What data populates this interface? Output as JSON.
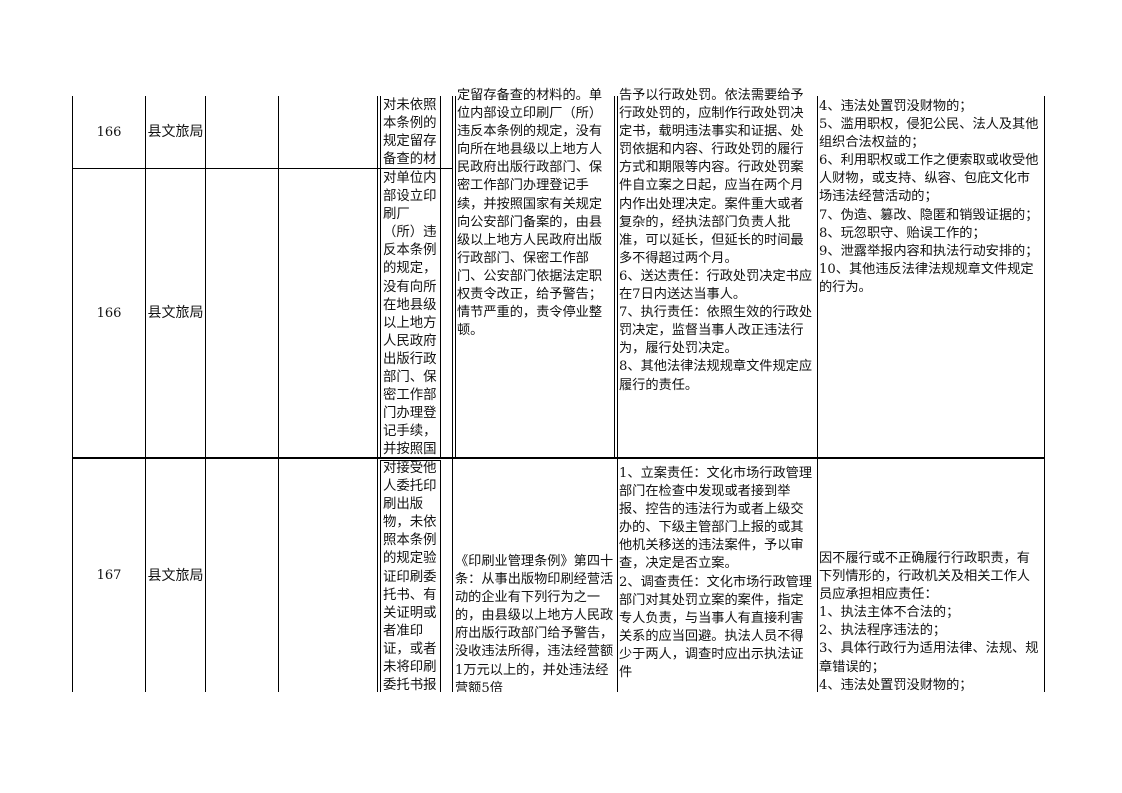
{
  "rows": [
    {
      "number": "166",
      "department": "县文旅局"
    },
    {
      "number": "166",
      "department": "县文旅局"
    },
    {
      "number": "167",
      "department": "县文旅局"
    }
  ],
  "row1": {
    "item_name": "对未依照本条例的规定留存备查的材"
  },
  "row2": {
    "item_name": "对单位内部设立印刷厂（所）违反本条例的规定，没有向所在地县级以上地方人民政府出版行政部门、保密工作部门办理登记手续，并按照国"
  },
  "block1": {
    "basis": "定留存备查的材料的。单位内部设立印刷厂（所）违反本条例的规定，没有向所在地县级以上地方人民政府出版行政部门、保密工作部门办理登记手续，并按照国家有关规定向公安部门备案的，由县级以上地方人民政府出版行政部门、保密工作部门、公安部门依据法定职权责令改正，给予警告；情节严重的，责令停业整顿。",
    "responsibility": "告予以行政处罚。依法需要给予行政处罚的，应制作行政处罚决定书，载明违法事实和证据、处罚依据和内容、行政处罚的履行方式和期限等内容。行政处罚案件自立案之日起，应当在两个月内作出处理决定。案件重大或者复杂的，经执法部门负责人批准，可以延长，但延长的时间最多不得超过两个月。\n6、送达责任：行政处罚决定书应在7日内送达当事人。\n7、执行责任：依照生效的行政处罚决定，监督当事人改正违法行为，履行处罚决定。\n8、其他法律法规规章文件规定应履行的责任。",
    "accountability": "4、违法处置罚没财物的；\n5、滥用职权，侵犯公民、法人及其他组织合法权益的；\n6、利用职权或工作之便索取或收受他人财物，或支持、纵容、包庇文化市场违法经营活动的；\n7、伪造、篡改、隐匿和销毁证据的；\n8、玩忽职守、贻误工作的；\n9、泄露举报内容和执法行动安排的；\n10、其他违反法律法规规章文件规定的行为。"
  },
  "block2": {
    "item_name": "对接受他人委托印刷出版物，未依照本条例的规定验证印刷委托书、有关证明或者准印证，或者未将印刷委托书报",
    "basis": "《印刷业管理条例》第四十条：从事出版物印刷经营活动的企业有下列行为之一的，由县级以上地方人民政府出版行政部门给予警告，没收违法所得，违法经营额1万元以上的，并处违法经营额5倍",
    "responsibility": "1、立案责任：文化市场行政管理部门在检查中发现或者接到举报、控告的违法行为或者上级交办的、下级主管部门上报的或其他机关移送的违法案件，予以审查，决定是否立案。\n2、调查责任：文化市场行政管理部门对其处罚立案的案件，指定专人负责，与当事人有直接利害关系的应当回避。执法人员不得少于两人，调查时应出示执法证件",
    "accountability": "因不履行或不正确履行行政职责，有下列情形的，行政机关及相关工作人员应承担相应责任：\n1、执法主体不合法的；\n2、执法程序违法的；\n3、具体行政行为适用法律、法规、规章错误的；\n4、违法处置罚没财物的；"
  }
}
